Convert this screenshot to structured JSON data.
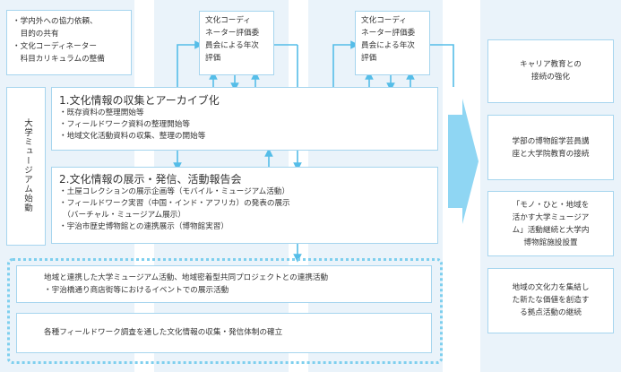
{
  "top_left_note": {
    "lines": [
      "・学内外への協力依頼、",
      "　目的の共有",
      "・文化コーディネーター",
      "　科目カリキュラムの整備"
    ]
  },
  "committee_box_1": {
    "lines": [
      "文化コーディ",
      "ネーター評価委",
      "員会による年次",
      "評価"
    ]
  },
  "committee_box_2": {
    "lines": [
      "文化コーディ",
      "ネーター評価委",
      "員会による年次",
      "評価"
    ]
  },
  "side_label": "大学ミュージアム始動",
  "step1": {
    "title": "1.文化情報の収集とアーカイブ化",
    "items": [
      "・既存資料の整理開始等",
      "・フィールドワーク資料の整理開始等",
      "・地域文化活動資料の収集、整理の開始等"
    ]
  },
  "step2": {
    "title": "2.文化情報の展示・発信、活動報告会",
    "items": [
      "・土屋コレクションの展示企画等（モバイル・ミュージアム活動）",
      "・フィールドワーク実習（中国・インド・アフリカ）の発表の展示",
      "　（バーチャル・ミュージアム展示）",
      "・宇治市歴史博物館との連携展示（博物館実習）"
    ]
  },
  "bottom_box_1": {
    "lines": [
      "地域と連携した大学ミュージアム活動、地域密着型共同プロジェクトとの連携活動",
      "・宇治橋通り商店街等におけるイベントでの展示活動"
    ]
  },
  "bottom_box_2": {
    "text": "各種フィールドワーク調査を通した文化情報の収集・発信体制の確立"
  },
  "outcomes": [
    {
      "lines": [
        "キャリア教育との",
        "接続の強化"
      ]
    },
    {
      "lines": [
        "学部の博物館学芸員講",
        "座と大学院教育の接続"
      ]
    },
    {
      "lines": [
        "「モノ・ひと・地域を",
        "活かす大学ミュージア",
        "ム」活動継続と大学内",
        "博物館施設設置"
      ]
    },
    {
      "lines": [
        "地域の文化力を集結し",
        "た新たな価値を創造す",
        "る拠点活動の継続"
      ]
    }
  ],
  "colors": {
    "border": "#a6d5ee",
    "column_bg": "#eaf3fa",
    "arrow": "#55bde8",
    "big_arrow": "#8fd6f3",
    "dotted": "#7ecfee"
  }
}
